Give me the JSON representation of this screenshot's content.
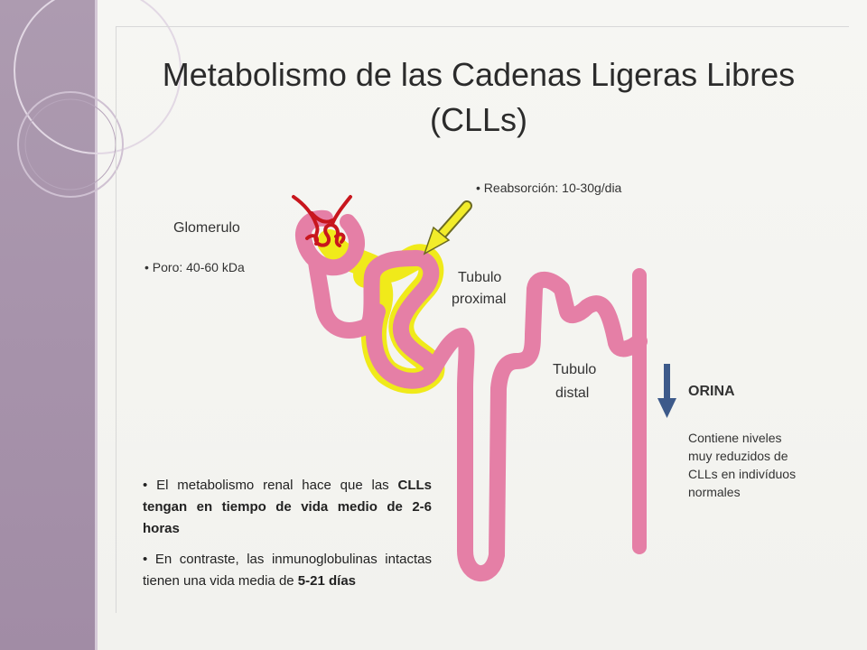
{
  "title": {
    "line1": "Metabolismo de las Cadenas Ligeras Libres",
    "line2": "(CLLs)"
  },
  "labels": {
    "reabsorcion": "• Reabsorción: 10-30g/dia",
    "glomerulo": "Glomerulo",
    "poro": "• Poro: 40-60 kDa",
    "tubulo_proximal_1": "Tubulo",
    "tubulo_proximal_2": "proximal",
    "tubulo_distal_1": "Tubulo",
    "tubulo_distal_2": "distal",
    "orina": "ORINA",
    "orina_desc_1": "Contiene niveles",
    "orina_desc_2": "muy reduzidos de",
    "orina_desc_3": "CLLs en indivíduos",
    "orina_desc_4": "normales"
  },
  "notes": {
    "note1_pre": "• El metabolismo renal hace que las ",
    "note1_bold": "CLLs tengan en tiempo de vida medio de 2-6 horas",
    "note2_pre": "• En contraste, las inmunoglobulinas intactas tienen una vida media de ",
    "note2_bold": "5-21 días"
  },
  "colors": {
    "sidebar": "#a895ac",
    "tubule": "#e57fa6",
    "highlight": "#f0ea1a",
    "capillary": "#c8161d",
    "arrow_yellow": "#f2ec2a",
    "arrow_blue": "#3d5a8a"
  }
}
